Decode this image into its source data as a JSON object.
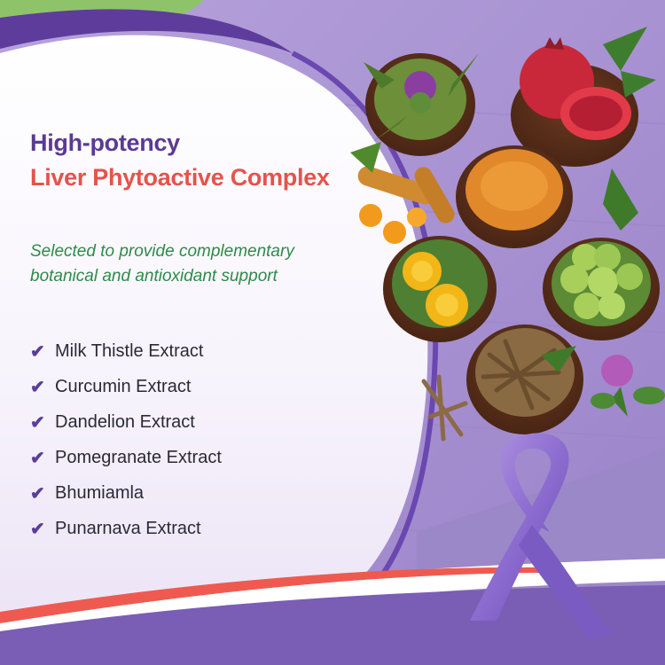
{
  "headline": {
    "line1": "High-potency",
    "line2": "Liver Phytoactive Complex"
  },
  "subtitle": "Selected to provide complementary botanical and antioxidant support",
  "ingredients": [
    "Milk Thistle Extract",
    "Curcumin Extract",
    "Dandelion Extract",
    "Pomegranate Extract",
    "Bhumiamla",
    "Punarnava Extract"
  ],
  "icons": {
    "checkmark": "check-icon",
    "ribbon": "awareness-ribbon-icon"
  },
  "colors": {
    "purple": "#5b3a93",
    "accent_red": "#e5534b",
    "green_text": "#2f8a4a",
    "wood": "#a891d0",
    "ribbon": "#8e6fcf"
  }
}
